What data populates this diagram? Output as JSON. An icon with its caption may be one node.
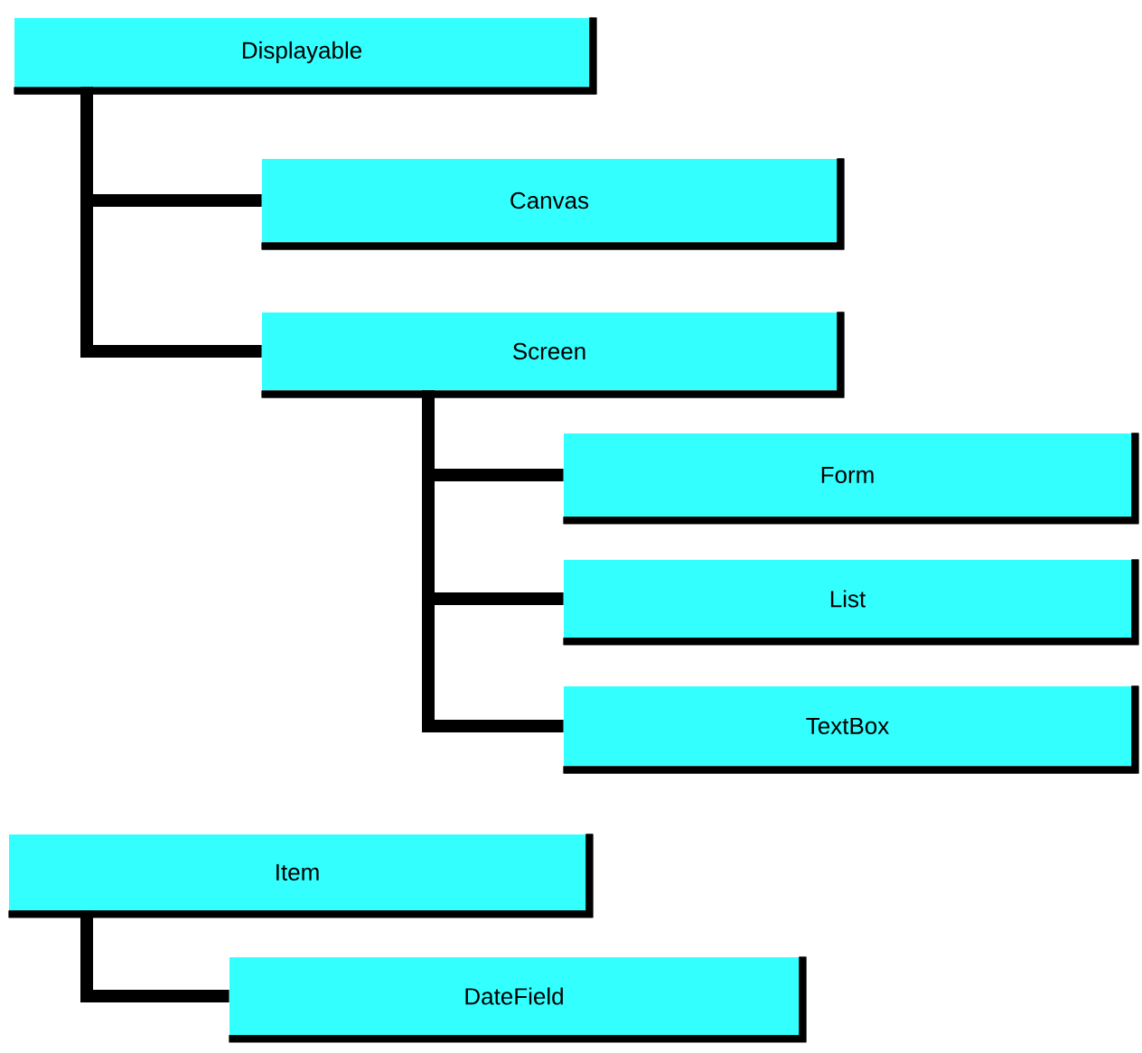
{
  "diagram": {
    "nodes": [
      {
        "text": [
          "Displayable"
        ]
      },
      {
        "text": [
          "Canvas"
        ]
      },
      {
        "text": [
          "Screen"
        ]
      },
      {
        "text": [
          "Form"
        ]
      },
      {
        "text": [
          "List"
        ]
      },
      {
        "text": [
          "TextBox"
        ]
      },
      {
        "text": [
          "Item"
        ]
      },
      {
        "text": [
          "DateField"
        ]
      }
    ],
    "edges": [
      {
        "from": 0,
        "to": 1,
        "arrow": "none"
      },
      {
        "from": 0,
        "to": 2,
        "arrow": "none"
      },
      {
        "from": 2,
        "to": 3,
        "arrow": "none"
      },
      {
        "from": 2,
        "to": 4,
        "arrow": "none"
      },
      {
        "from": 2,
        "to": 5,
        "arrow": "none"
      },
      {
        "from": 6,
        "to": 7,
        "arrow": "none"
      }
    ]
  }
}
